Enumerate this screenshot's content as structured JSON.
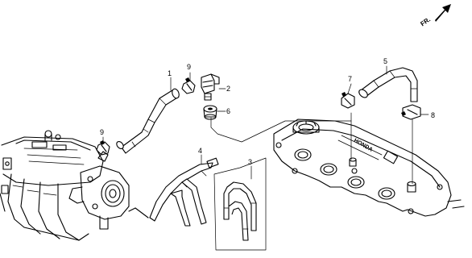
{
  "orientation": {
    "label": "FR."
  },
  "callouts": {
    "p1": "1",
    "p2": "2",
    "p3": "3",
    "p4": "4",
    "p5": "5",
    "p6": "6",
    "p7": "7",
    "p8": "8",
    "p9a": "9",
    "p9b": "9"
  },
  "cover": {
    "embossed_text": "HONDA"
  }
}
